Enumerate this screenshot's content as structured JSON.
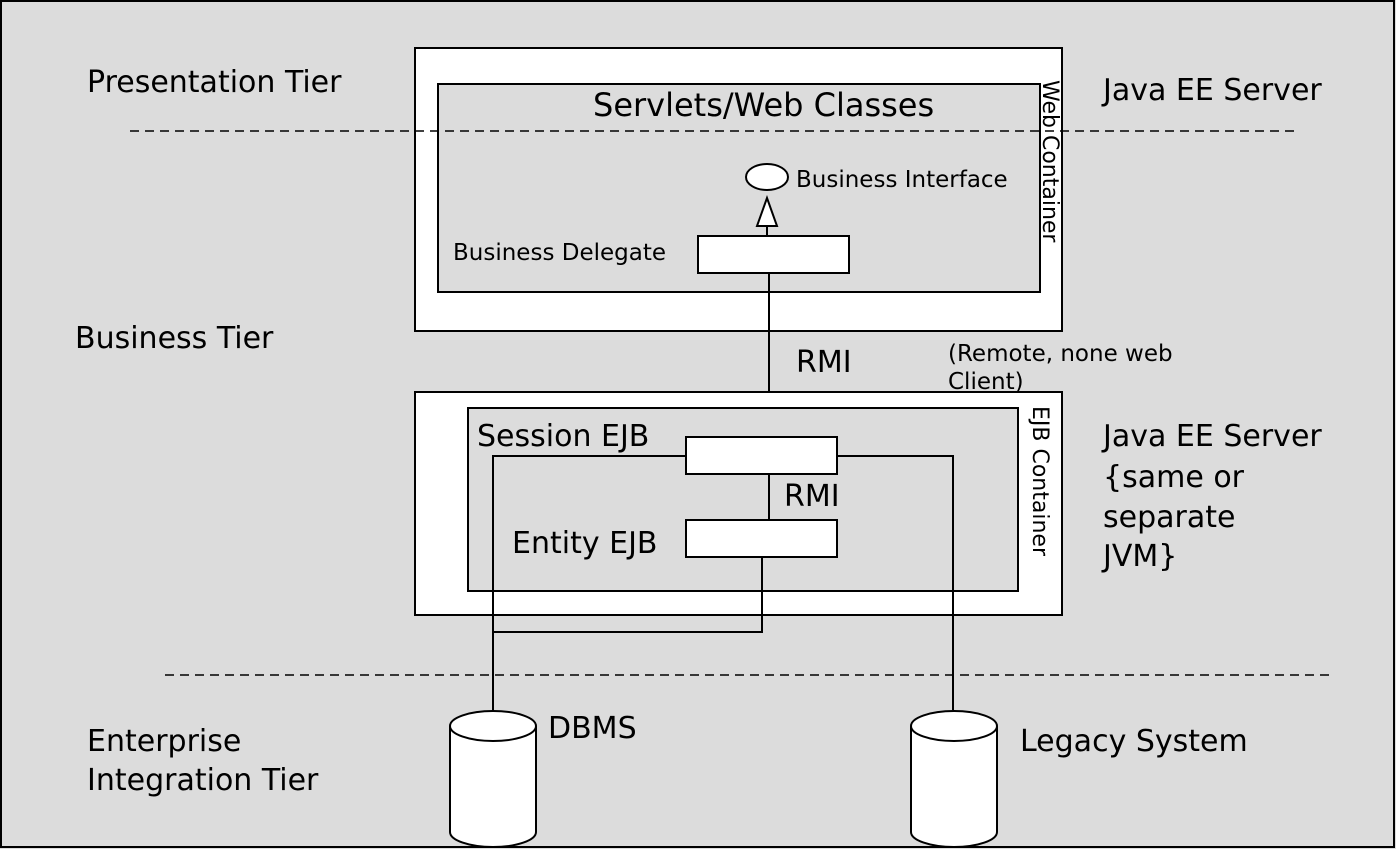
{
  "tiers": {
    "presentation": "Presentation Tier",
    "business": "Business Tier",
    "integration_line1": "Enterprise",
    "integration_line2": "Integration Tier"
  },
  "web_server": {
    "server_label": "Java EE Server",
    "container_label": "Web Container",
    "servlets_label": "Servlets/Web Classes",
    "business_interface": "Business Interface",
    "business_delegate": "Business Delegate"
  },
  "connector": {
    "rmi_main": "RMI",
    "remote_note_line1": "(Remote, none web",
    "remote_note_line2": "Client)"
  },
  "ejb_server": {
    "server_label_line1": "Java EE Server",
    "server_label_line2": "{same or",
    "server_label_line3": "separate",
    "server_label_line4": "JVM}",
    "container_label": "EJB Container",
    "session_ejb": "Session EJB",
    "entity_ejb": "Entity EJB",
    "rmi_inner": "RMI"
  },
  "data_stores": {
    "dbms": "DBMS",
    "legacy": "Legacy System"
  }
}
